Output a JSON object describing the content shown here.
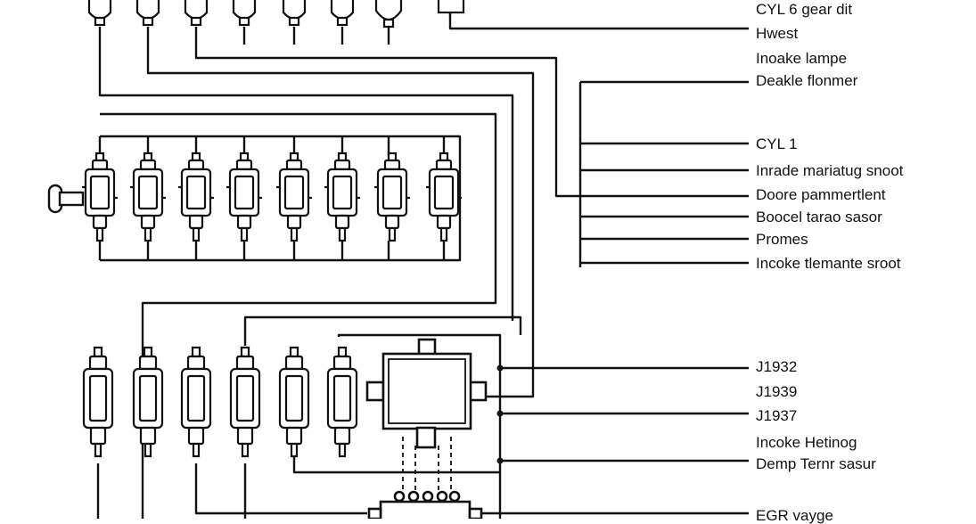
{
  "labels": [
    "CYL 6 gear dit",
    "Hwest",
    "Inoake lampe",
    "Deakle flonmer",
    "CYL 1",
    "Inrade mariatug snoot",
    "Doore pammertlent",
    "Boocel tarao sasor",
    "Promes",
    "Incoke tlemante sroot",
    "J1932",
    "J1939",
    "J1937",
    "Incoke Hetinog",
    "Demp Ternr sasur",
    "EGR vayge"
  ],
  "colors": {
    "line": "#111111",
    "background": "#ffffff"
  },
  "icons": [
    "spark-plug-icon",
    "coil-pack-icon",
    "ignition-key-icon",
    "control-module-icon",
    "connector-block-icon"
  ]
}
